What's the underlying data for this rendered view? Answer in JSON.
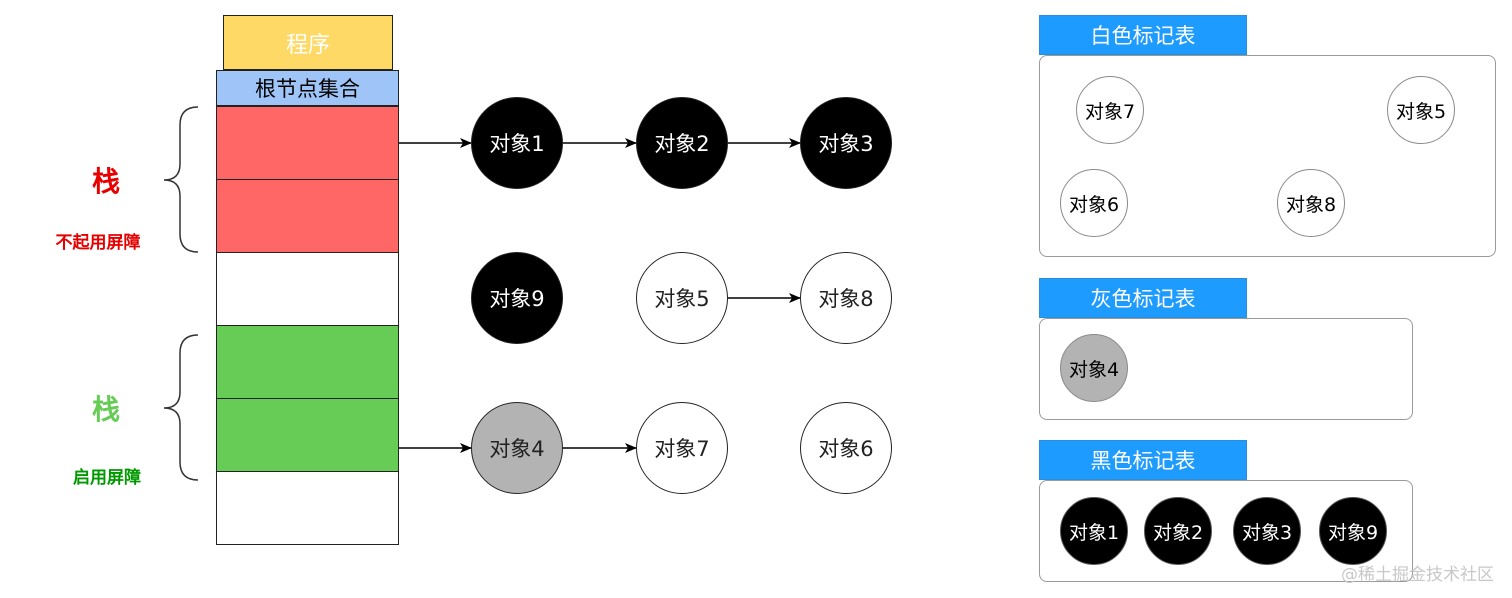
{
  "colors": {
    "program": "#ffd966",
    "root": "#9fc5f8",
    "red": "#ff6666",
    "green": "#66cc55",
    "label_red": "#e60000",
    "label_green_stack": "#66cc55",
    "label_green_barrier": "#009900",
    "black": "#000000",
    "gray": "#b3b3b3",
    "white": "#ffffff",
    "tab_blue": "#1e9bff"
  },
  "stack": {
    "program_label": "程序",
    "root_label": "根节点集合",
    "upper_stack_label": "栈",
    "upper_barrier_label": "不起用屏障",
    "lower_stack_label": "栈",
    "lower_barrier_label": "启用屏障"
  },
  "objects": [
    {
      "id": "obj1",
      "label": "对象1",
      "color": "black"
    },
    {
      "id": "obj2",
      "label": "对象2",
      "color": "black"
    },
    {
      "id": "obj3",
      "label": "对象3",
      "color": "black"
    },
    {
      "id": "obj9",
      "label": "对象9",
      "color": "black"
    },
    {
      "id": "obj5",
      "label": "对象5",
      "color": "white"
    },
    {
      "id": "obj8",
      "label": "对象8",
      "color": "white"
    },
    {
      "id": "obj4",
      "label": "对象4",
      "color": "gray"
    },
    {
      "id": "obj7",
      "label": "对象7",
      "color": "white"
    },
    {
      "id": "obj6",
      "label": "对象6",
      "color": "white"
    }
  ],
  "tables": {
    "white": {
      "title": "白色标记表",
      "items": [
        "对象7",
        "对象5",
        "对象6",
        "对象8"
      ]
    },
    "gray": {
      "title": "灰色标记表",
      "items": [
        "对象4"
      ]
    },
    "black": {
      "title": "黑色标记表",
      "items": [
        "对象1",
        "对象2",
        "对象3",
        "对象9"
      ]
    }
  },
  "watermark": "@稀土掘金技术社区"
}
